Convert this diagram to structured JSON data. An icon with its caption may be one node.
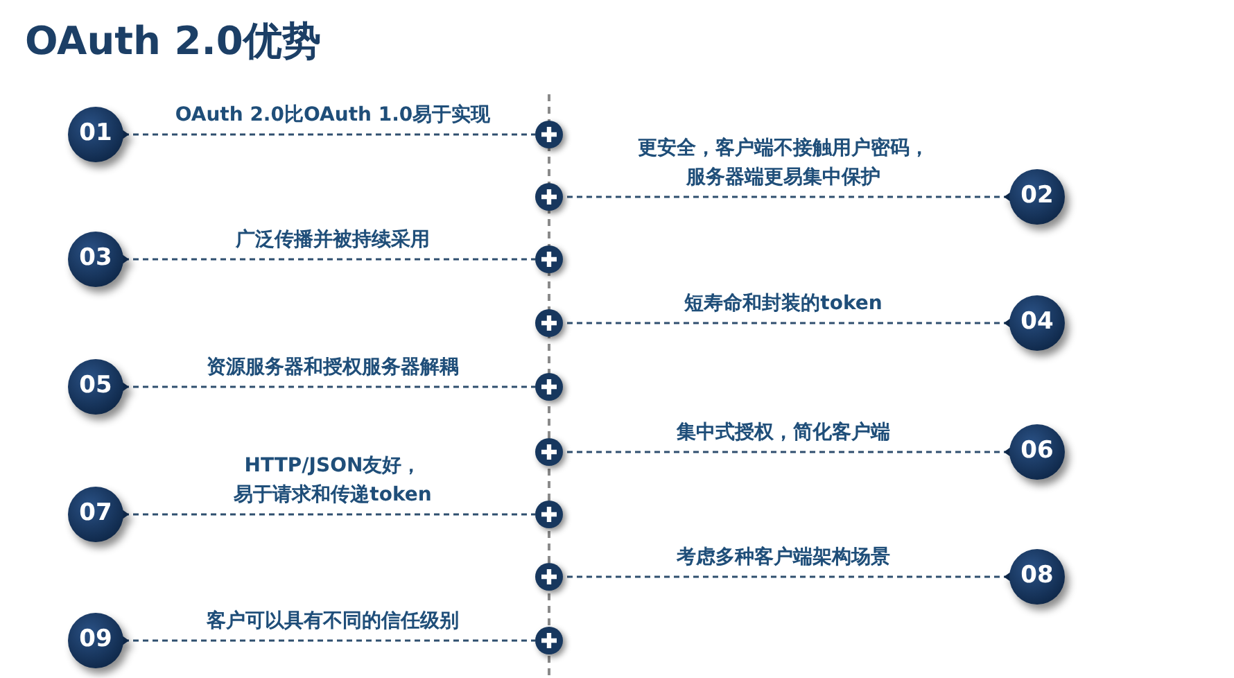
{
  "diagram": {
    "title": "OAuth 2.0优势",
    "nodes": [
      {
        "text": [
          "01"
        ]
      },
      {
        "text": [],
        "shape": "circle"
      },
      {
        "text": [],
        "shape": "circle"
      },
      {
        "text": [
          "02"
        ]
      },
      {
        "text": [
          "03"
        ]
      },
      {
        "text": [],
        "shape": "circle"
      },
      {
        "text": [],
        "shape": "circle"
      },
      {
        "text": [
          "04"
        ]
      },
      {
        "text": [
          "05"
        ]
      },
      {
        "text": [],
        "shape": "circle"
      },
      {
        "text": [],
        "shape": "circle"
      },
      {
        "text": [
          "06"
        ]
      },
      {
        "text": [
          "07"
        ]
      },
      {
        "text": [],
        "shape": "circle"
      },
      {
        "text": [],
        "shape": "circle"
      },
      {
        "text": [
          "08"
        ]
      },
      {
        "text": [
          "09"
        ]
      },
      {
        "text": [],
        "shape": "circle"
      }
    ],
    "edges": [
      {
        "from": 0,
        "to": 1,
        "arrow": "none",
        "style": "dashed",
        "label": "OAuth 2.0比OAuth 1.0易于实现"
      },
      {
        "from": 3,
        "to": 2,
        "arrow": "none",
        "style": "dashed",
        "label": "更安全，客户端不接触用户密码，服务器端更易集中保护"
      },
      {
        "from": 4,
        "to": 5,
        "arrow": "none",
        "style": "dashed",
        "label": "广泛传播并被持续采用"
      },
      {
        "from": 7,
        "to": 6,
        "arrow": "none",
        "style": "dashed",
        "label": "短寿命和封装的token"
      },
      {
        "from": 8,
        "to": 9,
        "arrow": "none",
        "style": "dashed",
        "label": "资源服务器和授权服务器解耦"
      },
      {
        "from": 11,
        "to": 10,
        "arrow": "none",
        "style": "dashed",
        "label": "集中式授权，简化客户端"
      },
      {
        "from": 12,
        "to": 13,
        "arrow": "none",
        "style": "dashed",
        "label": "HTTP/JSON友好，易于请求和传递token"
      },
      {
        "from": 15,
        "to": 14,
        "arrow": "none",
        "style": "dashed",
        "label": "考虑多种客户端架构场景"
      },
      {
        "from": 16,
        "to": 17,
        "arrow": "none",
        "style": "dashed",
        "label": "客户可以具有不同的信任级别"
      }
    ]
  }
}
